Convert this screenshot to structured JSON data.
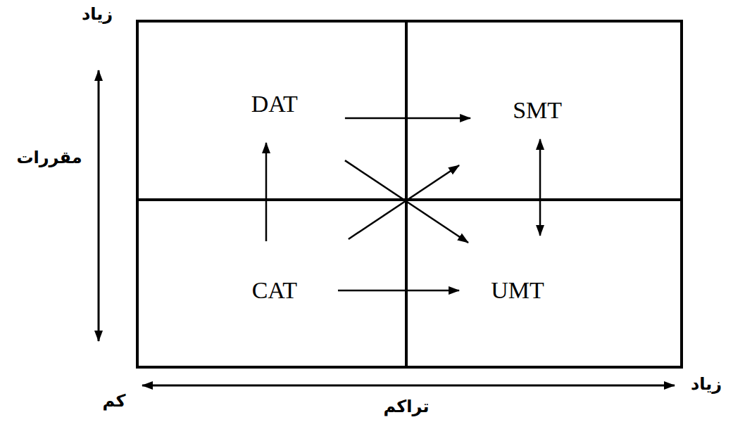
{
  "diagram": {
    "nodes": [
      {
        "text": [
          "DAT"
        ]
      },
      {
        "text": [
          "SMT"
        ]
      },
      {
        "text": [
          "CAT"
        ]
      },
      {
        "text": [
          "UMT"
        ]
      }
    ],
    "edges": [
      {
        "from": 0,
        "to": 1,
        "arrow": "to"
      },
      {
        "from": 2,
        "to": 0,
        "arrow": "to"
      },
      {
        "from": 2,
        "to": 3,
        "arrow": "to"
      },
      {
        "from": 1,
        "to": 3,
        "arrow": "both"
      },
      {
        "from": 2,
        "to": 1,
        "arrow": "to"
      },
      {
        "from": 0,
        "to": 3,
        "arrow": "to"
      }
    ],
    "labels": [
      "زیاد",
      "مقررات",
      "کم",
      "زیاد",
      "تراکم"
    ]
  }
}
